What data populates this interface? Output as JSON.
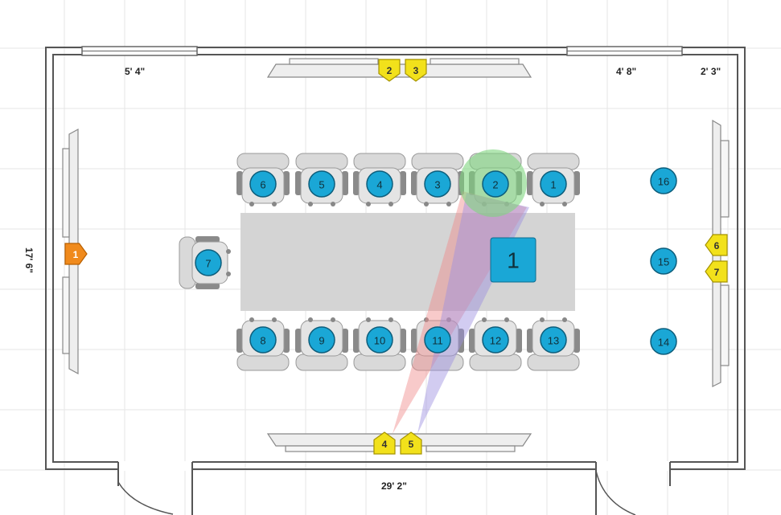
{
  "dimensions": {
    "top_left": "5' 4\"",
    "top_right_a": "4' 8\"",
    "top_right_b": "2' 3\"",
    "height": "17' 6\"",
    "width": "29' 2\""
  },
  "table": {
    "label": "1"
  },
  "seats": [
    "1",
    "2",
    "3",
    "4",
    "5",
    "6",
    "7",
    "8",
    "9",
    "10",
    "11",
    "12",
    "13",
    "14",
    "15",
    "16"
  ],
  "cameras": [
    "1",
    "2",
    "3",
    "4",
    "5",
    "6",
    "7"
  ],
  "colors": {
    "seat": "#1aa7d6",
    "camera_yellow": "#f2e11b",
    "camera_orange": "#f08a1c",
    "highlight_green": "#7fd67f",
    "cone_red": "#f08a8a",
    "cone_purple": "#9b8ee0",
    "table": "#d4d4d4",
    "chair": "#cfcfcf",
    "wall": "#555555",
    "grid": "#e6e6e6"
  }
}
